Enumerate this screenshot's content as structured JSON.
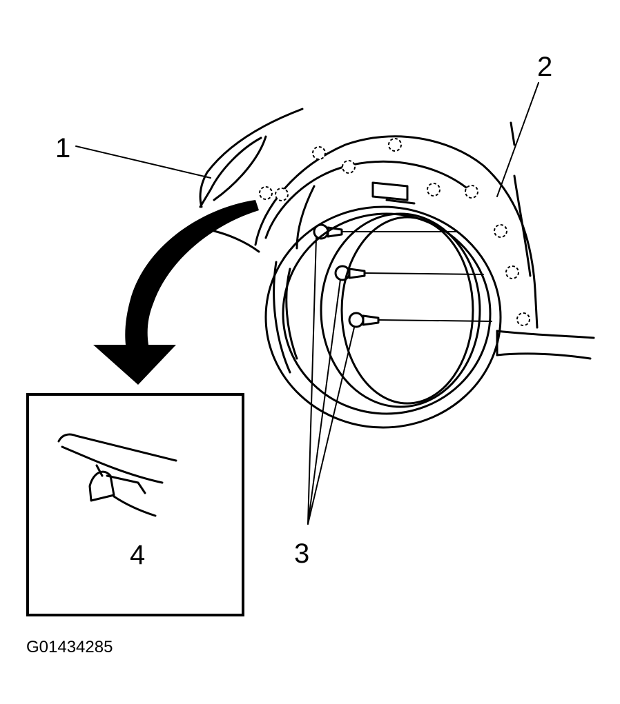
{
  "callouts": {
    "c1": "1",
    "c2": "2",
    "c3": "3",
    "c4": "4"
  },
  "figure_id": "G01434285"
}
